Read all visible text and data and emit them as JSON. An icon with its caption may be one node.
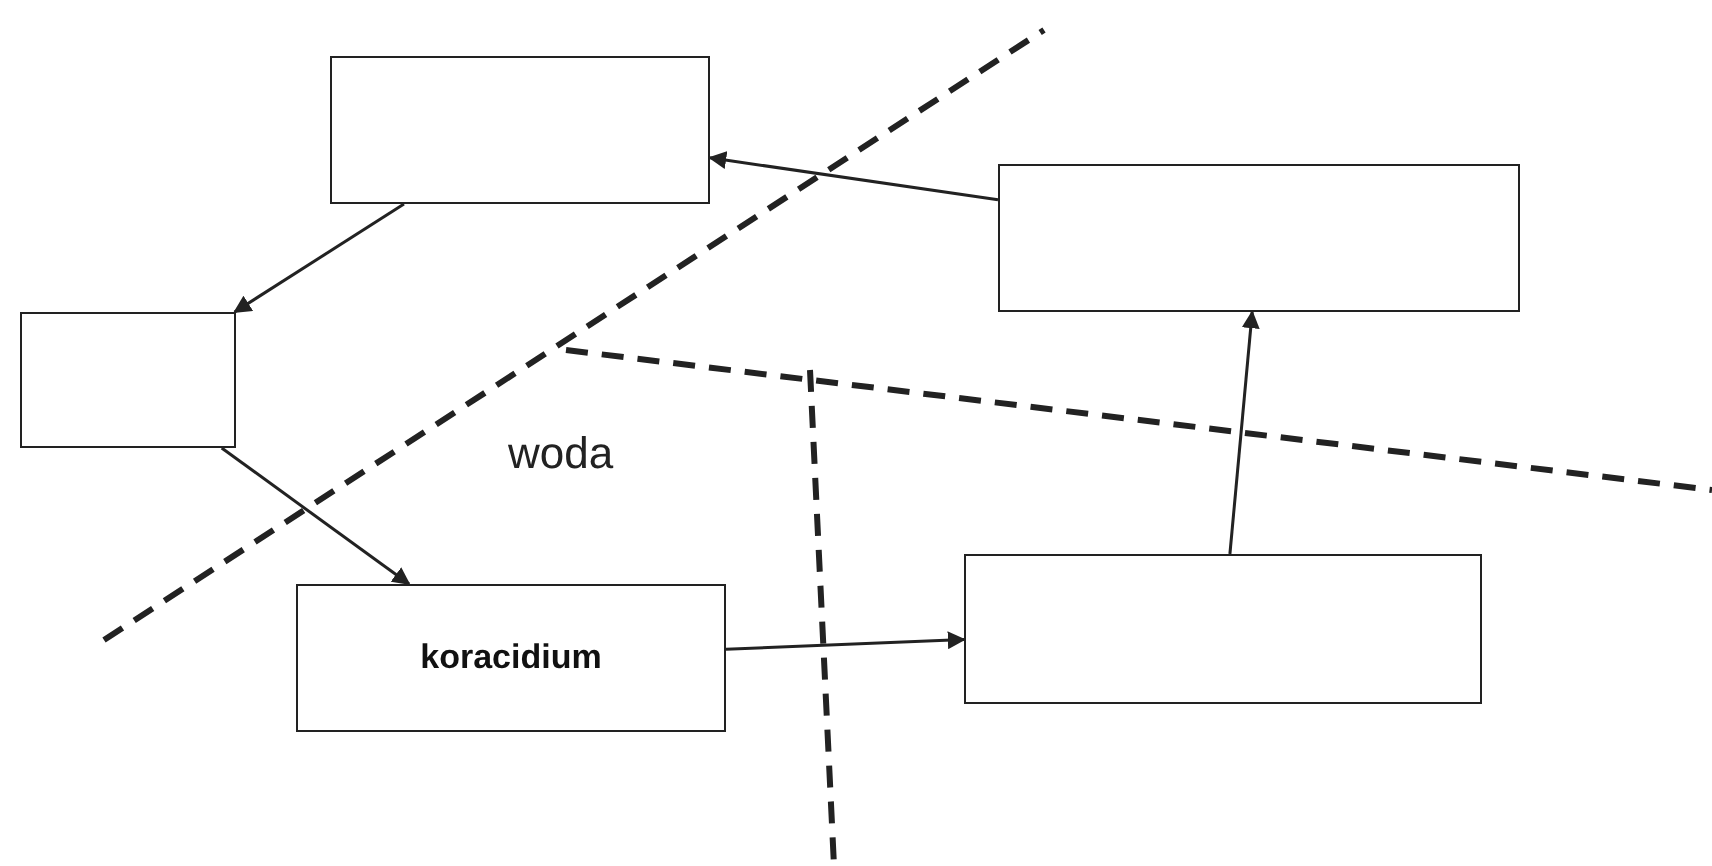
{
  "diagram": {
    "nodes": [
      {
        "text": [],
        "shape": "box"
      },
      {
        "text": [],
        "shape": "box"
      },
      {
        "text": [],
        "shape": "box"
      },
      {
        "text": [
          "koracidium"
        ]
      },
      {
        "text": [],
        "shape": "box"
      }
    ],
    "edges": [
      {
        "from": 0,
        "to": 2,
        "arrow": "to"
      },
      {
        "from": 2,
        "to": 3,
        "arrow": "to"
      },
      {
        "from": 3,
        "to": 4,
        "arrow": "to"
      },
      {
        "from": 4,
        "to": 1,
        "arrow": "to"
      },
      {
        "from": 1,
        "to": 0,
        "arrow": "to"
      }
    ],
    "labels": [
      "woda"
    ]
  }
}
